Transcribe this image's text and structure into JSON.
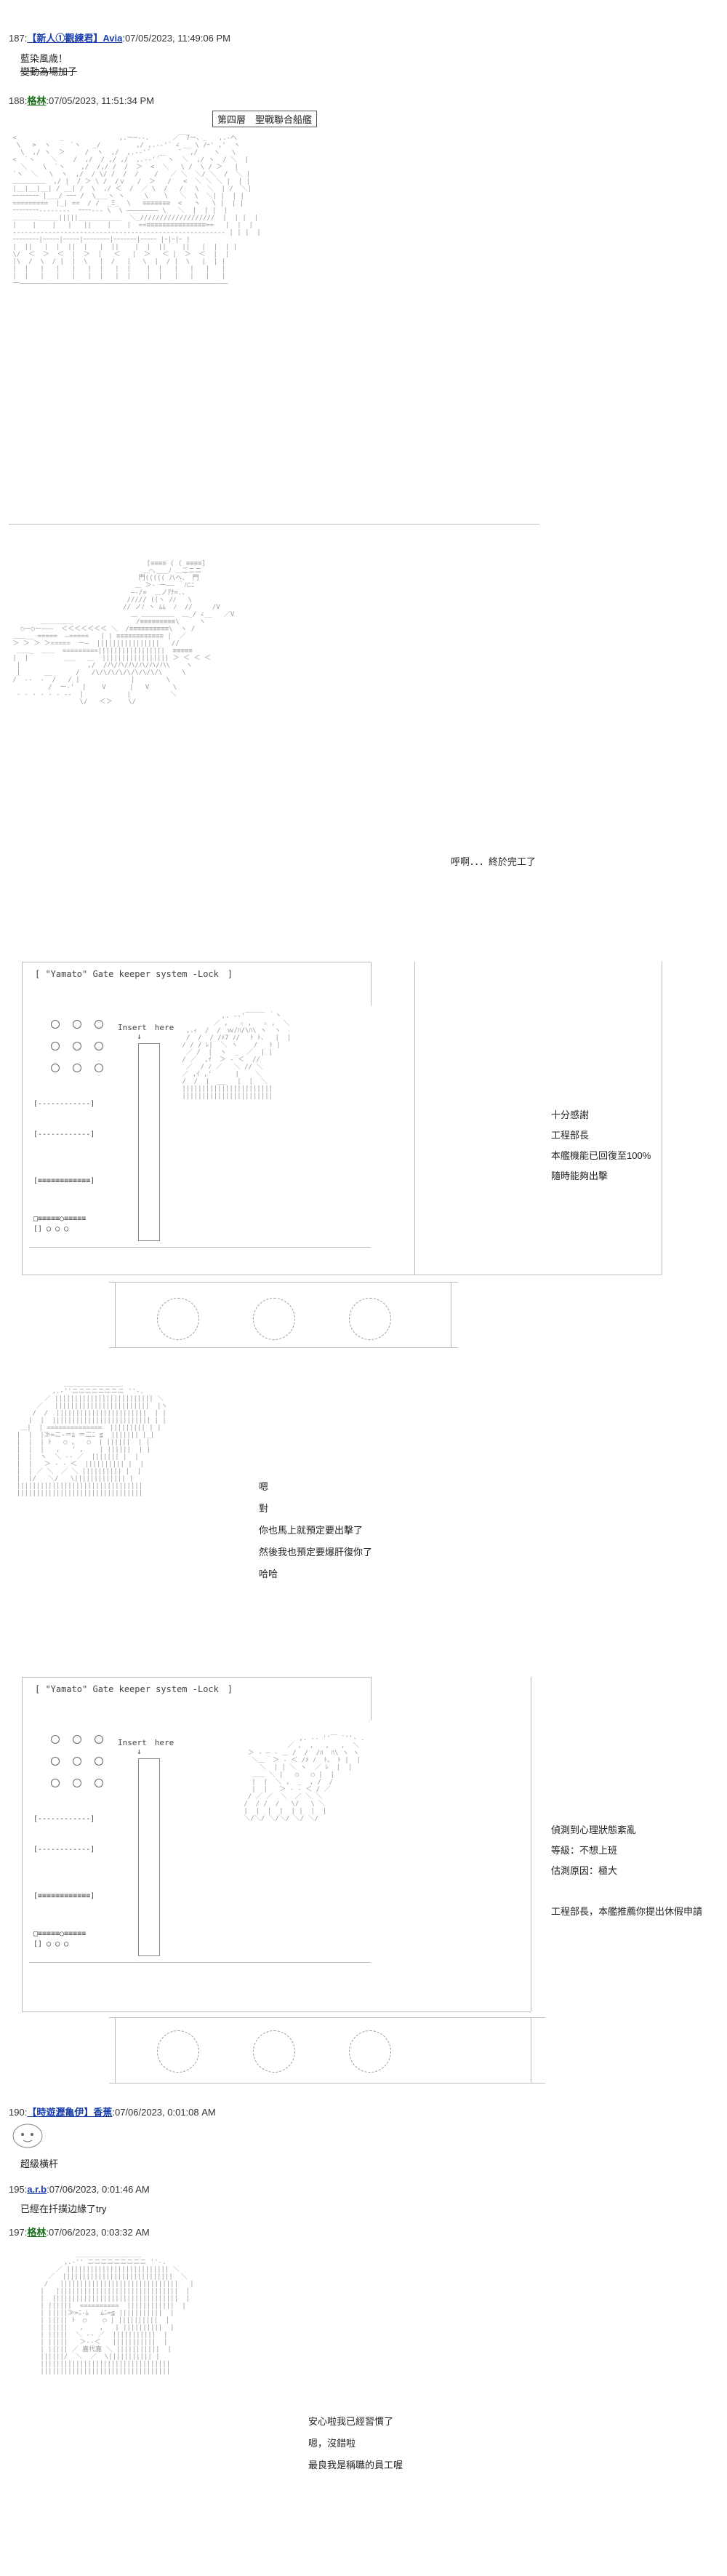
{
  "posts": [
    {
      "num": "187",
      "name": "【新人①觀練君】Avia",
      "date": "07/05/2023, 11:49:06 PM",
      "lines": [
        "藍染風歳！",
        "變動為場加子"
      ]
    },
    {
      "num": "188",
      "name": "格林",
      "date": "07/05/2023, 11:51:34 PM"
    },
    {
      "num": "190",
      "name": "【時遊瀝亀伊】香蕉",
      "date": "07/06/2023, 0:01:08 AM",
      "lines": [
        "超級橫杆"
      ]
    },
    {
      "num": "195",
      "name": "a.r.b",
      "date": "07/06/2023, 0:01:46 AM",
      "lines": [
        "已經在扦撲边緣了try"
      ]
    },
    {
      "num": "197",
      "name": "格林",
      "date": "07/06/2023, 0:03:32 AM"
    }
  ],
  "scene1": {
    "title": "第四層　聖戰聯合船艦"
  },
  "scene2": {
    "caption": "呼啊．．．終於完工了"
  },
  "gate1": {
    "header": "[ \"Yamato\" Gate keeper system -Lock　]",
    "insert": "Insert　here",
    "lines": [
      "十分感謝",
      "工程部長",
      "本艦機能已回復至100%",
      "隨時能夠出擊"
    ]
  },
  "scene4": {
    "lines": [
      "嗯",
      "對",
      "你也馬上就預定要出擊了",
      "然後我也預定要爆肝復你了",
      "哈哈"
    ]
  },
  "gate2": {
    "header": "[ \"Yamato\" Gate keeper system -Lock　]",
    "insert": "Insert　here",
    "lines": [
      "偵測到心理狀態紊亂",
      "等級：不想上班",
      "估測原因：極大",
      "",
      "工程部長，本艦推薦你提出休假申請"
    ]
  },
  "scene6": {
    "lines": [
      "安心啦我已經習慣了",
      "嗯，沒錯啦",
      "最良我是稱職的員工喔"
    ]
  }
}
